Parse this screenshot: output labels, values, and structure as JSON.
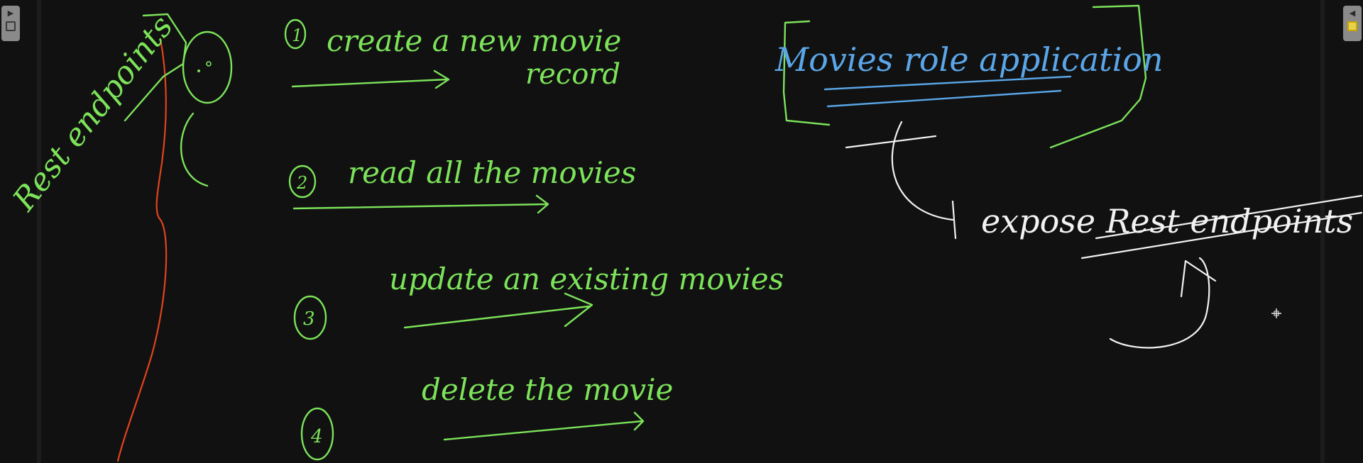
{
  "app": {
    "sidebar_left_icon": "collapse-arrow-icon",
    "sidebar_right_icon": "expand-arrow-icon"
  },
  "colors": {
    "background": "#111111",
    "green_ink": "#7ce35a",
    "white_ink": "#f2f2f2",
    "blue_ink": "#5aa6e8",
    "red_ink": "#e0441e"
  },
  "notes": {
    "side_label": "Rest endpoints",
    "title": "Movies role application",
    "expose": "expose Rest endpoints",
    "items": [
      {
        "num": "1",
        "line1": "create a new movie",
        "line2": "record"
      },
      {
        "num": "2",
        "line1": "read all the movies",
        "line2": ""
      },
      {
        "num": "3",
        "line1": "update an existing movies",
        "line2": ""
      },
      {
        "num": "4",
        "line1": "delete the movie",
        "line2": ""
      }
    ]
  }
}
